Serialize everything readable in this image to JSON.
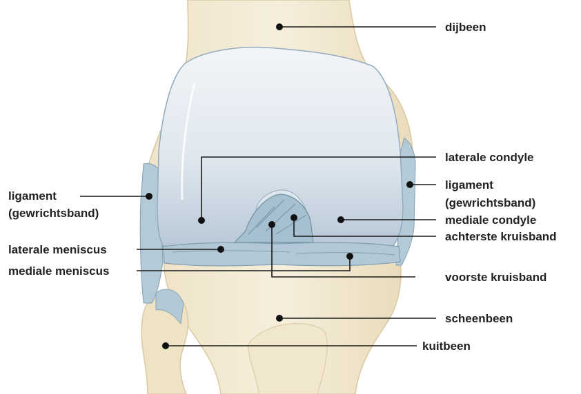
{
  "labels": {
    "dijbeen": "dijbeen",
    "laterale_condyle": "laterale condyle",
    "ligament_right_1": "ligament",
    "ligament_right_2": "(gewrichtsband)",
    "mediale_condyle": "mediale condyle",
    "achterste_kruisband": "achterste kruisband",
    "voorste_kruisband": "voorste kruisband",
    "scheenbeen": "scheenbeen",
    "kuitbeen": "kuitbeen",
    "ligament_left_1": "ligament",
    "ligament_left_2": "(gewrichtsband)",
    "laterale_meniscus": "laterale meniscus",
    "mediale_meniscus": "mediale meniscus"
  },
  "colors": {
    "bone": "#f3ebd5",
    "bone_shade": "#e6d9b8",
    "cartilage_top": "#eef2f6",
    "cartilage_bottom": "#b9c9d8",
    "ligament": "#a9c3d2",
    "ligament_stroke": "#7f9fb2",
    "leader": "#1a1a1a",
    "text": "#222222"
  }
}
